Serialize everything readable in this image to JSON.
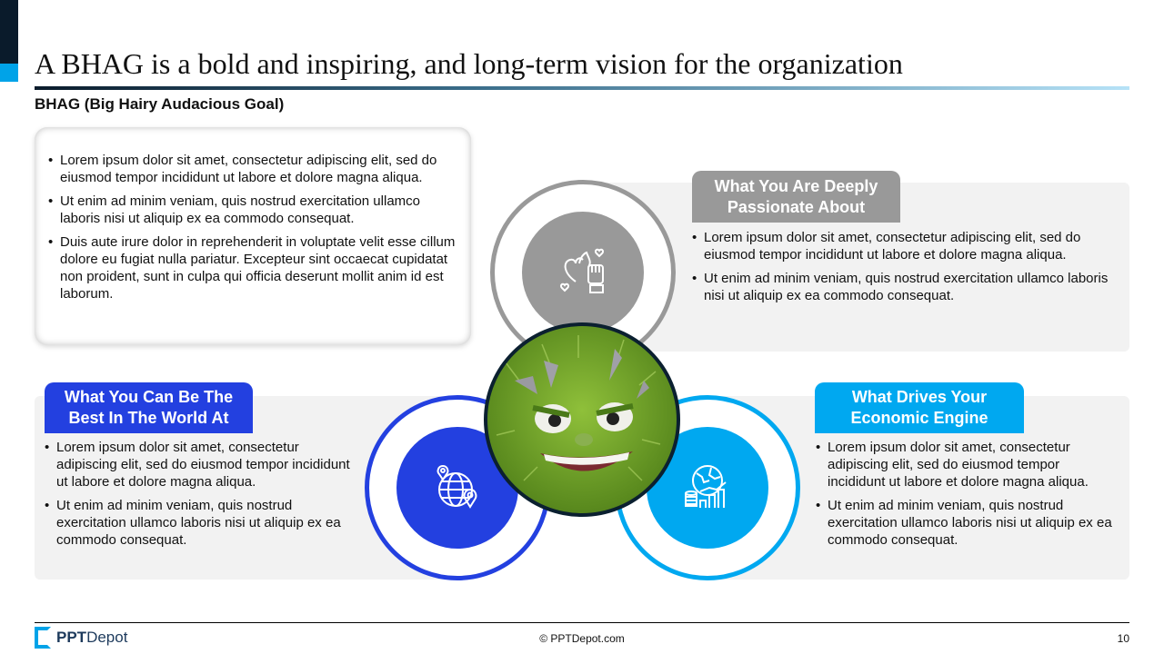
{
  "title": "A BHAG is a bold and inspiring, and long-term vision for the organization",
  "subtitle": "BHAG (Big Hairy Audacious Goal)",
  "intro_bullets": [
    "Lorem ipsum dolor sit amet, consectetur adipiscing elit, sed do eiusmod tempor incididunt ut labore et dolore magna aliqua.",
    "Ut enim ad minim veniam, quis nostrud exercitation ullamco laboris nisi ut aliquip ex ea commodo consequat.",
    "Duis aute irure dolor in reprehenderit in voluptate velit esse cillum dolore eu fugiat nulla pariatur. Excepteur sint occaecat cupidatat non proident, sunt in culpa qui officia deserunt mollit anim id est laborum."
  ],
  "sections": [
    {
      "label": "What You Are Deeply Passionate About",
      "color": "#999999",
      "icon": "passion-heart-fist-icon",
      "bullets": [
        "Lorem ipsum dolor sit amet, consectetur adipiscing elit, sed do eiusmod tempor incididunt ut labore et dolore magna aliqua.",
        "Ut enim ad minim veniam, quis nostrud exercitation ullamco laboris nisi ut aliquip ex ea commodo consequat."
      ]
    },
    {
      "label": "What You Can Be The Best In The World At",
      "color": "#2340e0",
      "icon": "globe-location-icon",
      "bullets": [
        "Lorem ipsum dolor sit amet, consectetur adipiscing elit, sed do eiusmod tempor incididunt ut labore et dolore magna aliqua.",
        "Ut enim ad minim veniam, quis nostrud exercitation ullamco laboris nisi ut aliquip ex ea commodo consequat."
      ]
    },
    {
      "label": "What Drives Your Economic Engine",
      "color": "#00a8f0",
      "icon": "globe-coins-chart-icon",
      "bullets": [
        "Lorem ipsum dolor sit amet, consectetur adipiscing elit, sed do eiusmod tempor incididunt ut labore et dolore magna aliqua.",
        "Ut enim ad minim veniam, quis nostrud exercitation ullamco laboris nisi ut aliquip ex ea commodo consequat."
      ]
    }
  ],
  "footer": {
    "logo_ppt": "PPT",
    "logo_depot": "Depot",
    "copyright": "© PPTDepot.com",
    "page": "10"
  }
}
